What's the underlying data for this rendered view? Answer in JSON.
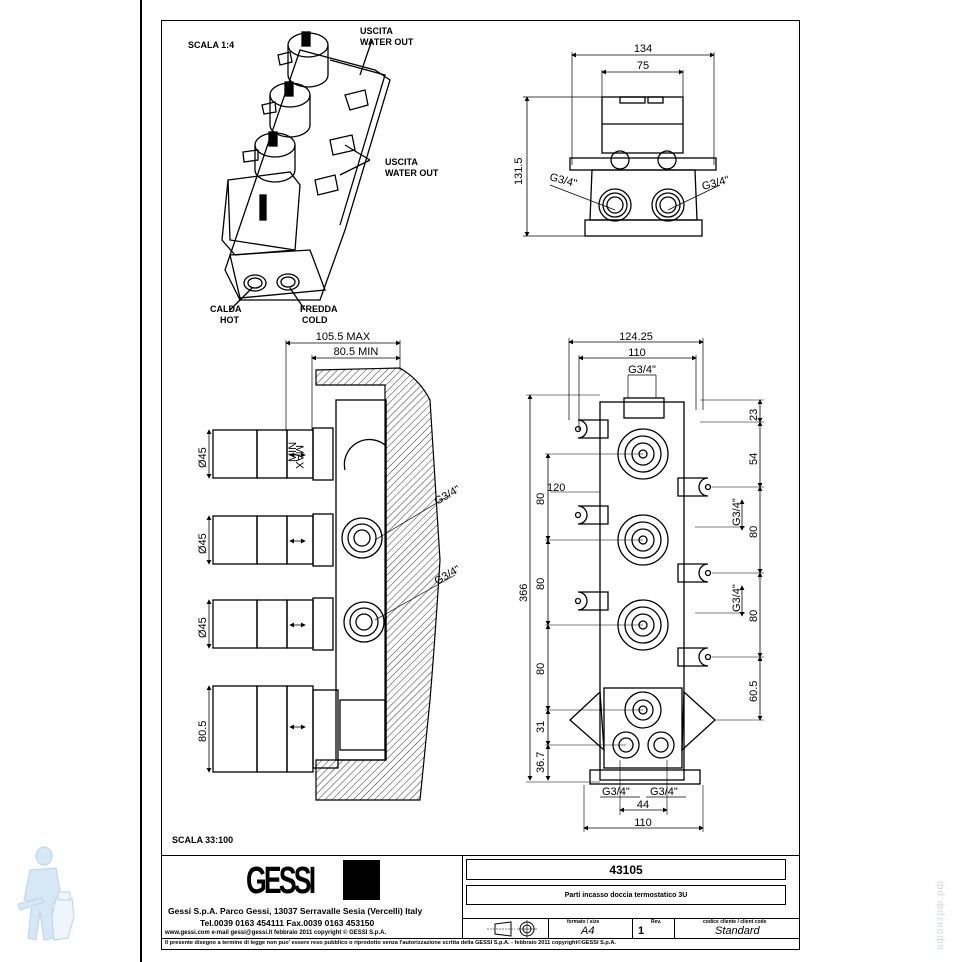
{
  "drawing": {
    "iso_view": {
      "scale_label": "SCALA 1:4",
      "labels": {
        "water_out_top_1": "USCITA",
        "water_out_top_2": "WATER OUT",
        "water_out_mid_1": "USCITA",
        "water_out_mid_2": "WATER OUT",
        "hot_1": "CALDA",
        "hot_2": "HOT",
        "cold_1": "FREDDA",
        "cold_2": "COLD"
      }
    },
    "top_view": {
      "dim_width_total": "134",
      "dim_width_inner": "75",
      "dim_height": "131.5",
      "thread_left": "G3/4\"",
      "thread_right": "G3/4\""
    },
    "section_view": {
      "dim_max": "105.5 MAX",
      "dim_min": "80.5 MIN",
      "diameters": [
        "Ø45",
        "Ø45",
        "Ø45"
      ],
      "dim_bottom": "80.5",
      "thread_1": "G3/4\"",
      "thread_2": "G3/4\"",
      "max_label": "MAX",
      "min_label": "MIN",
      "scale_label": "SCALA 33:100"
    },
    "front_view": {
      "dim_width_total": "124.25",
      "dim_width_inner": "110",
      "thread_top": "G3/4\"",
      "dim_left": [
        "80",
        "80",
        "80",
        "31",
        "36.7"
      ],
      "dim_left_total": "366",
      "dim_left_offset": "120",
      "dim_right": [
        "23",
        "54",
        "80",
        "80",
        "60.5"
      ],
      "thread_right_1": "G3/4\"",
      "thread_right_2": "G3/4\"",
      "thread_bottom_left": "G3/4\"",
      "thread_bottom_right": "G3/4\"",
      "dim_bottom_spacing": "44",
      "dim_bottom_width": "110"
    }
  },
  "title_block": {
    "brand": "GESSI",
    "company_line": "Gessi S.p.A. Parco Gessi, 13037 Serravalle Sesia (Vercelli) Italy",
    "contact_line": "Tel.0039 0163 454111 Fax.0039 0163 453150",
    "web_line": "www.gessi.com  e-mail gessi@gessi.it  febbraio  2011 copyright © GESSI S.p.A.",
    "code": "43105",
    "description": "Parti incasso doccia termostatico 3U",
    "format_label": "formato / size",
    "format_value": "A4",
    "rev_label": "Rev.",
    "rev_value": "1",
    "client_code_label": "codice cliente / client code",
    "client_code_value": "Standard",
    "disclaimer": "Il presente disegno a termine di legge non puo' essere reso pubblico o riprodotto senza l'autorizzazione scritta della GESSI S.p.A. - febbraio 2011 copyright©GESSI S.p.A."
  },
  "watermark": {
    "side_text": "афонтрф.рф"
  }
}
